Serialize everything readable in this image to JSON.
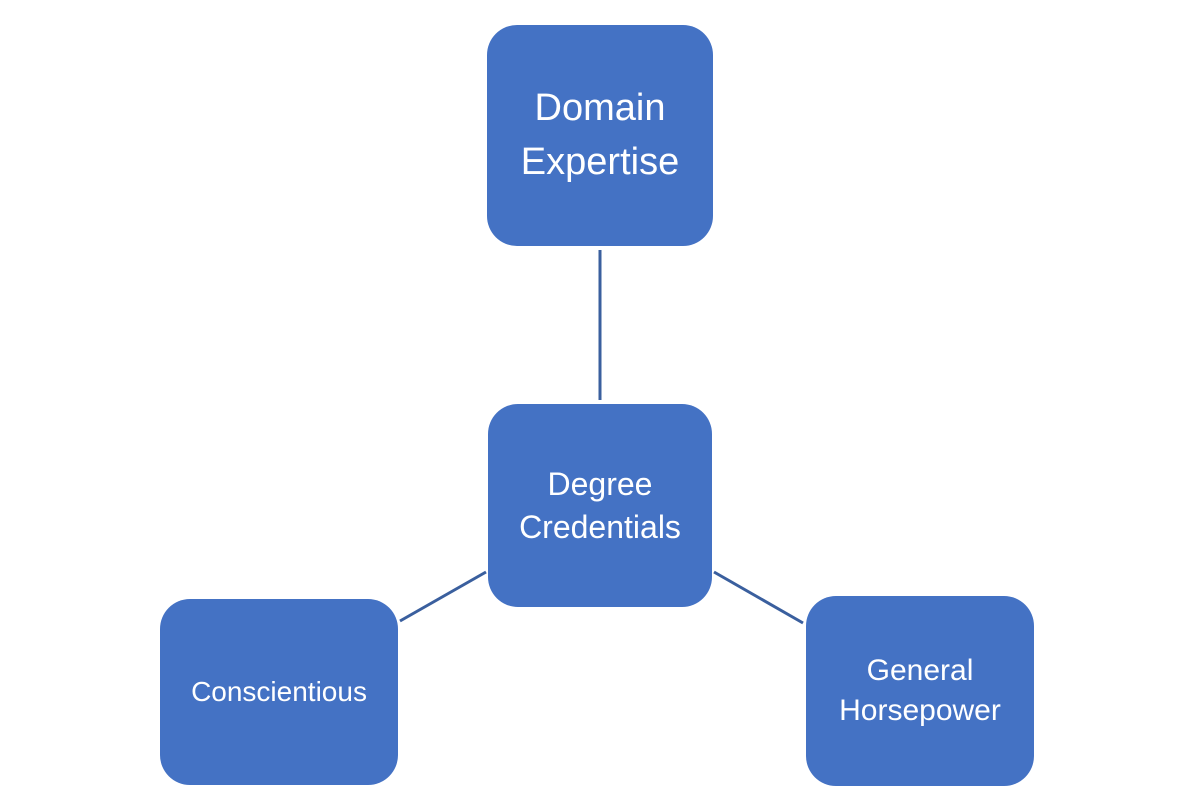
{
  "diagram": {
    "colors": {
      "node_fill": "#4472c4",
      "node_text": "#ffffff",
      "connector": "#3a5f9e",
      "background": "#ffffff"
    },
    "nodes": {
      "top": {
        "label": "Domain\nExpertise"
      },
      "center": {
        "label": "Degree\nCredentials"
      },
      "left": {
        "label": "Conscientious"
      },
      "right": {
        "label": "General\nHorsepower"
      }
    }
  }
}
